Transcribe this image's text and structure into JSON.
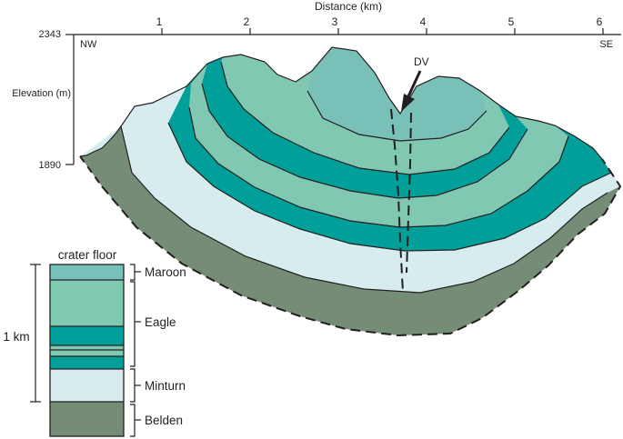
{
  "colors": {
    "maroon": "#79c0b9",
    "eagle_light": "#80c8b2",
    "eagle_dark": "#009f99",
    "minturn": "#d6ecee",
    "belden": "#758d77",
    "ink": "#231f20"
  },
  "axis": {
    "title": "Distance (km)",
    "ticks": [
      "1",
      "2",
      "3",
      "4",
      "5",
      "6"
    ],
    "ylabel": "Elevation (m)",
    "y_top": "2343",
    "y_bottom": "1890",
    "left_dir": "NW",
    "right_dir": "SE"
  },
  "annotation": {
    "label": "DV"
  },
  "legend": {
    "top_label": "crater floor",
    "scale": "1 km",
    "units": [
      {
        "name": "Maroon",
        "color": "#79c0b9"
      },
      {
        "name": "Eagle",
        "color": "#80c8b2"
      },
      {
        "name": "Minturn",
        "color": "#d6ecee"
      },
      {
        "name": "Belden",
        "color": "#758d77"
      }
    ]
  }
}
